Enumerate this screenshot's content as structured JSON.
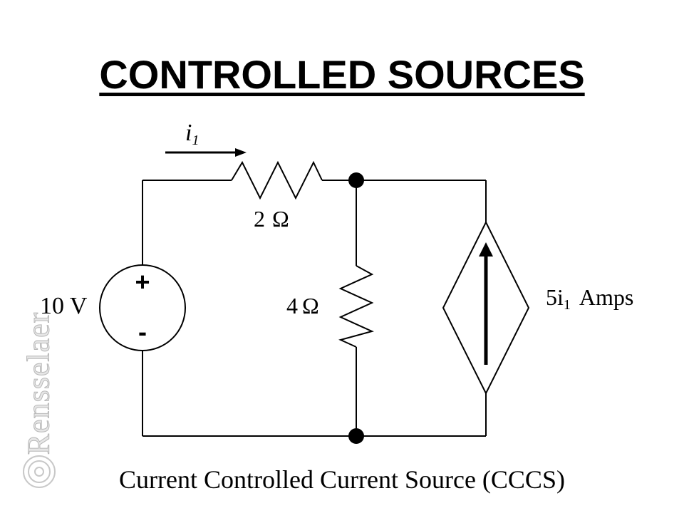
{
  "title": "CONTROLLED SOURCES",
  "caption": "Current Controlled Current Source (CCCS)",
  "watermark": "Rensselaer",
  "circuit": {
    "current_label": {
      "symbol": "i",
      "sub": "1"
    },
    "resistor_series": {
      "value": "2",
      "unit": "Ω"
    },
    "resistor_shunt": {
      "value": "4",
      "unit": "Ω"
    },
    "voltage_source": {
      "label": "10 V",
      "plus": "+",
      "minus": "-"
    },
    "dependent_source": {
      "coef": "5i",
      "sub": "1",
      "unit": "Amps"
    }
  }
}
